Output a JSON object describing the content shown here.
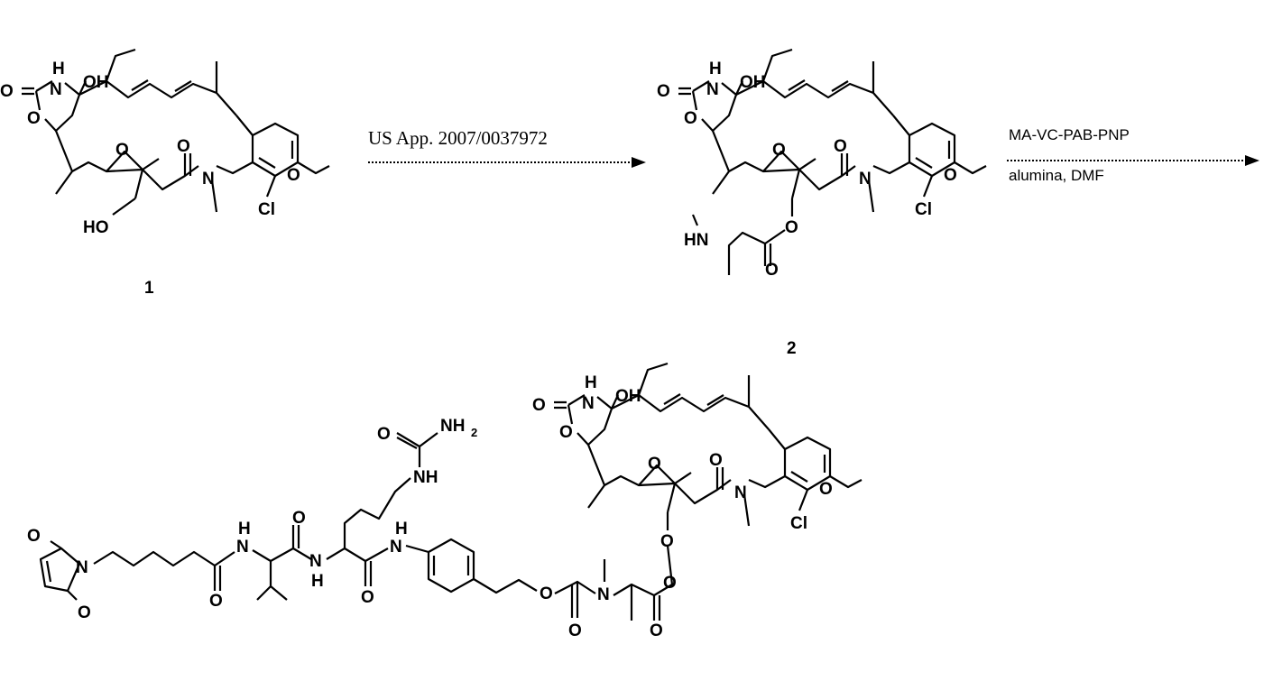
{
  "header_fragment": "",
  "atoms": {
    "O": "O",
    "N": "N",
    "H": "H",
    "OH": "OH",
    "HO": "HO",
    "Cl": "Cl",
    "HN": "HN",
    "NH": "NH",
    "sub2": "2"
  },
  "compounds": [
    {
      "label": "1"
    },
    {
      "label": "2"
    }
  ],
  "arrows": [
    {
      "reagent_top": "US App. 2007/0037972",
      "reagent_bottom": ""
    },
    {
      "reagent_top": "MA-VC-PAB-PNP",
      "reagent_bottom": "alumina, DMF"
    }
  ],
  "colors": {
    "ink": "#000000",
    "background": "#ffffff"
  }
}
